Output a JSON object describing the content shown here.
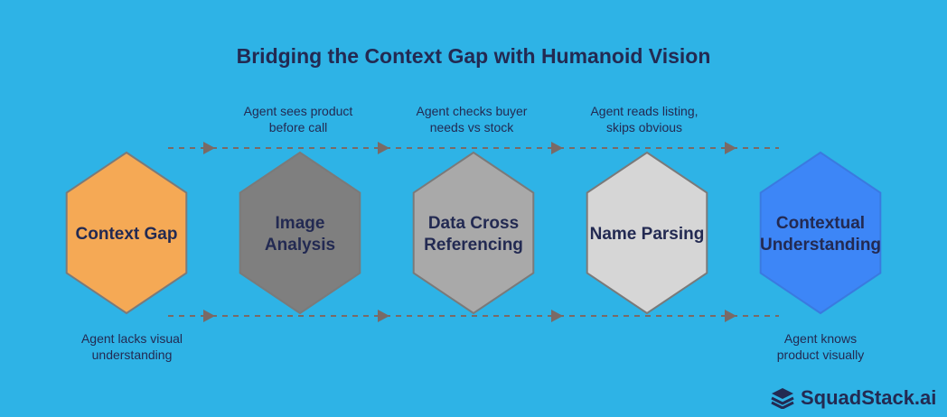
{
  "title": "Bridging the Context Gap with Humanoid Vision",
  "stages": [
    {
      "label_lines": [
        "Context Gap"
      ],
      "color": "#f5a955"
    },
    {
      "label_lines": [
        "Image",
        "Analysis"
      ],
      "color": "#7f7f7f"
    },
    {
      "label_lines": [
        "Data Cross",
        "Referencing"
      ],
      "color": "#a9a9a9"
    },
    {
      "label_lines": [
        "Name Parsing"
      ],
      "color": "#d6d6d6"
    },
    {
      "label_lines": [
        "Contextual",
        "Understanding"
      ],
      "color": "#3d86f7"
    }
  ],
  "top_notes": [
    [
      "Agent sees product",
      "before call"
    ],
    [
      "Agent checks buyer",
      "needs vs stock"
    ],
    [
      "Agent reads listing,",
      "skips obvious"
    ]
  ],
  "bottom_notes": [
    [
      "Agent lacks visual",
      "understanding"
    ],
    [
      "Agent knows",
      "product visually"
    ]
  ],
  "logo": {
    "text": "SquadStack.ai",
    "icon": "stack-layers-icon"
  },
  "colors": {
    "background": "#2eb3e6",
    "text": "#232a52",
    "arrow": "#7a6a66"
  }
}
